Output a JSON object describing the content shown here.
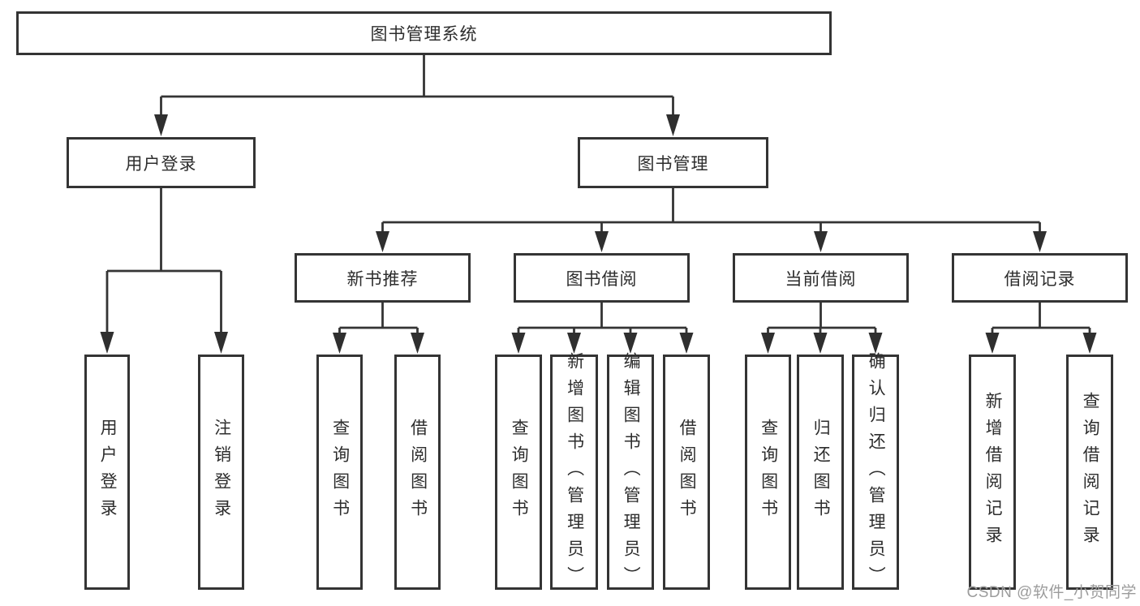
{
  "diagram": {
    "root": {
      "label": "图书管理系统"
    },
    "branches": [
      {
        "label": "用户登录",
        "children": [
          {
            "label": "用户登录"
          },
          {
            "label": "注销登录"
          }
        ]
      },
      {
        "label": "图书管理",
        "groups": [
          {
            "label": "新书推荐",
            "children": [
              {
                "label": "查询图书"
              },
              {
                "label": "借阅图书"
              }
            ]
          },
          {
            "label": "图书借阅",
            "children": [
              {
                "label": "查询图书"
              },
              {
                "label": "新增图书（管理员）"
              },
              {
                "label": "编辑图书（管理员）"
              },
              {
                "label": "借阅图书"
              }
            ]
          },
          {
            "label": "当前借阅",
            "children": [
              {
                "label": "查询图书"
              },
              {
                "label": "归还图书"
              },
              {
                "label": "确认归还（管理员）"
              }
            ]
          },
          {
            "label": "借阅记录",
            "children": [
              {
                "label": "新增借阅记录"
              },
              {
                "label": "查询借阅记录"
              }
            ]
          }
        ]
      }
    ]
  },
  "watermark": {
    "text": "CSDN @软件_小贺同学",
    "color": "#9c9c9c"
  },
  "colors": {
    "line": "#343434",
    "box_border": "#343434",
    "text": "#2d2d2d",
    "background": "#ffffff"
  }
}
